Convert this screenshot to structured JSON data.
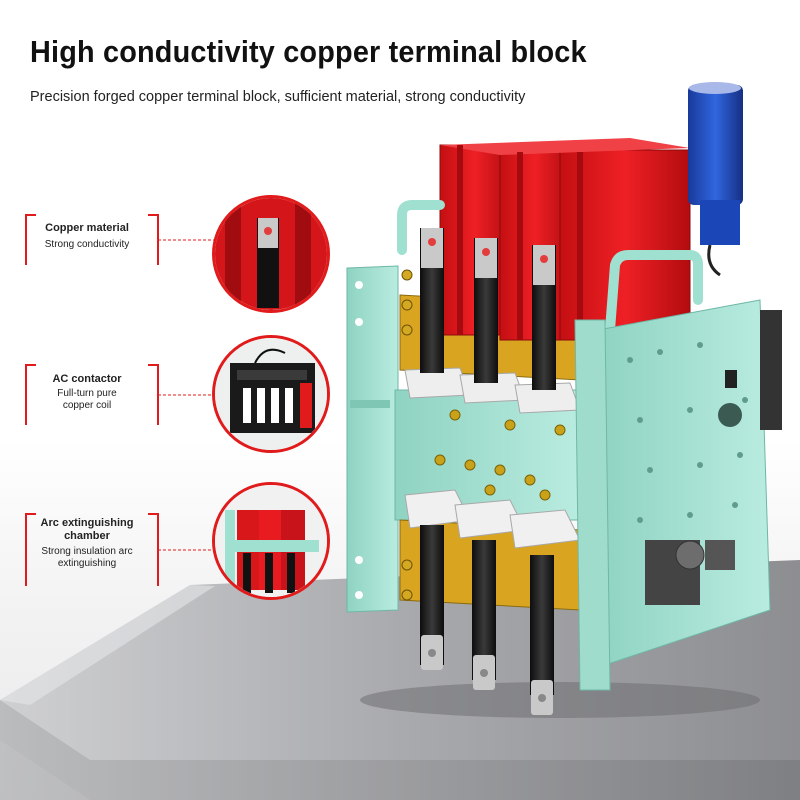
{
  "header": {
    "title": "High conductivity copper terminal block",
    "subtitle": "Precision forged copper terminal block, sufficient material, strong conductivity"
  },
  "features": [
    {
      "title": "Copper material",
      "desc": "Strong conductivity",
      "icon": "copper-bar-detail"
    },
    {
      "title": "AC contactor",
      "desc": "Full-turn pure copper coil",
      "icon": "ac-contactor-detail"
    },
    {
      "title": "Arc extinguishing chamber",
      "desc": "Strong insulation arc extinguishing",
      "icon": "arc-chamber-detail"
    }
  ],
  "colors": {
    "accent": "#e11b1b",
    "breaker_red": "#e8191c",
    "frame_mint": "#a9e2d4",
    "copper_bar": "#1a1a1a",
    "copper_insulation": "#d4a11a",
    "handle_blue": "#1f4fc4"
  }
}
